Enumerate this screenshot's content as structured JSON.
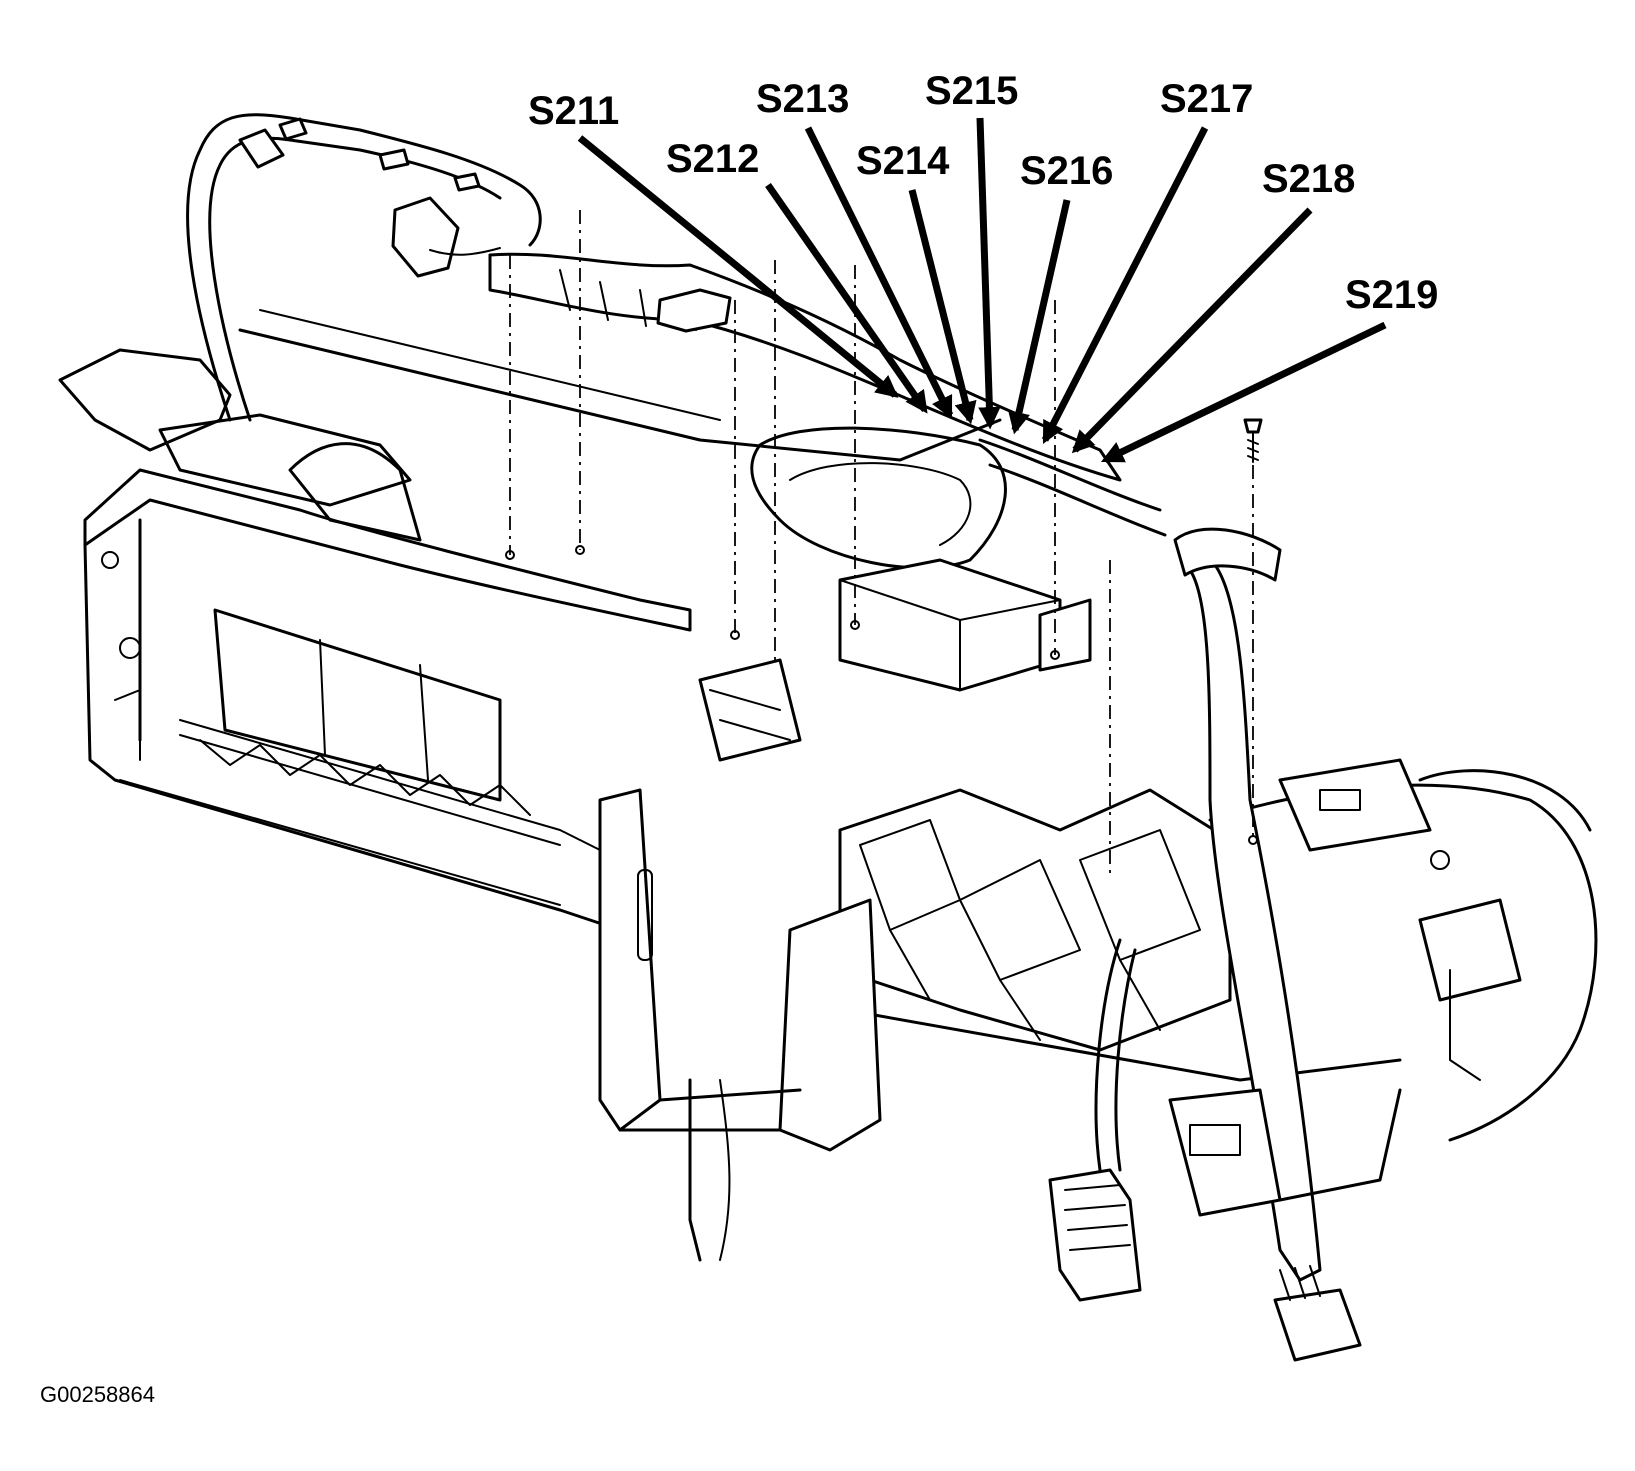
{
  "diagram": {
    "callouts": [
      "S211",
      "S212",
      "S213",
      "S214",
      "S215",
      "S216",
      "S217",
      "S218",
      "S219"
    ],
    "figure_id": "G00258864"
  }
}
